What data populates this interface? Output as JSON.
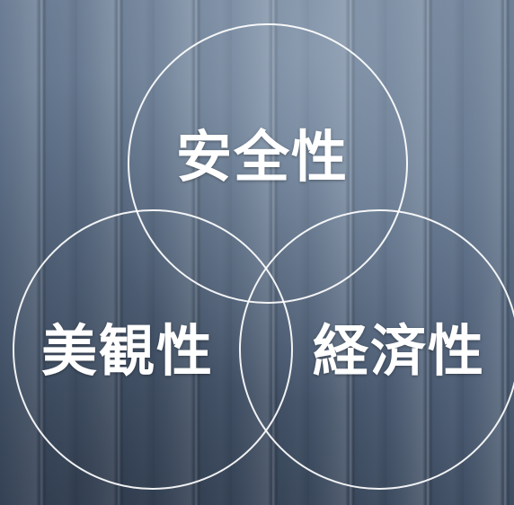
{
  "diagram": {
    "circles": [
      {
        "id": "top",
        "label": "安全性"
      },
      {
        "id": "left",
        "label": "美観性"
      },
      {
        "id": "right",
        "label": "経済性"
      }
    ]
  },
  "colors": {
    "circle_stroke": "#ffffff",
    "label_text": "#ffffff",
    "background": "#5e7189"
  }
}
